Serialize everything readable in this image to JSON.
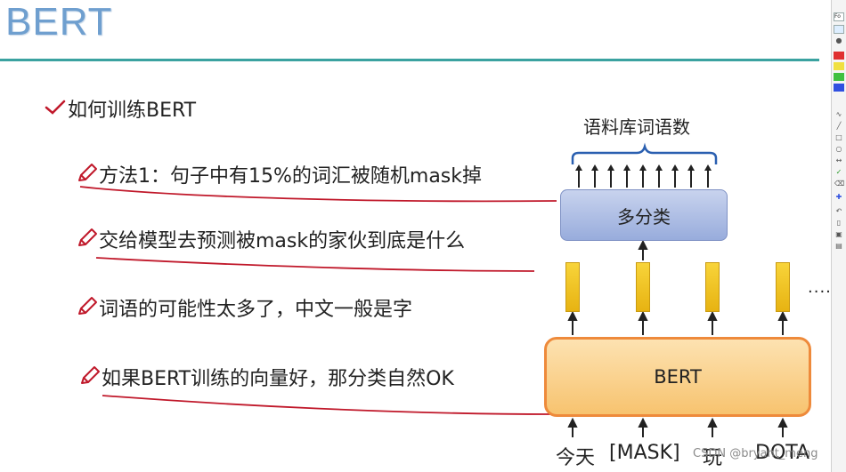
{
  "slide": {
    "title": "BERT",
    "bullets": [
      {
        "text": "如何训练BERT",
        "icon": "check-icon"
      },
      {
        "text": "方法1：句子中有15%的词汇被随机mask掉",
        "icon": "pencil-icon"
      },
      {
        "text": "交给模型去预测被mask的家伙到底是什么",
        "icon": "pencil-icon"
      },
      {
        "text": "词语的可能性太多了，中文一般是字",
        "icon": "pencil-icon"
      },
      {
        "text": "如果BERT训练的向量好，那分类自然OK",
        "icon": "pencil-icon"
      }
    ]
  },
  "diagram": {
    "vocab_label": "语料库词语数",
    "classifier_label": "多分类",
    "encoder_label": "BERT",
    "ellipsis": "......",
    "inputs": [
      "今天",
      "[MASK]",
      "玩",
      "DOTA"
    ]
  },
  "watermark": "CSDN @bryant_meng",
  "toolbar": {
    "font_label": "Fo",
    "colors": [
      "#e03030",
      "#f0e040",
      "#40c040",
      "#3050e0"
    ]
  },
  "colors": {
    "title": "#6f9fcf",
    "rule": "#3aa2a0",
    "ink": "#c0182a",
    "bert_box": "#f7c36f",
    "classifier_box": "#98acdc",
    "vector": "#f0c020"
  }
}
